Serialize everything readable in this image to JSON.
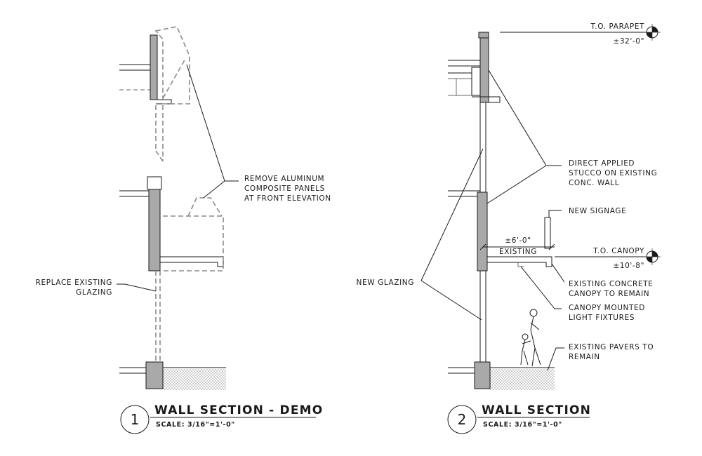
{
  "detail1": {
    "number": "1",
    "title": "WALL SECTION - DEMO",
    "scale": "SCALE: 3/16\"=1'-0\"",
    "notes": {
      "remove_panels": [
        "REMOVE ALUMINUM",
        "COMPOSITE PANELS",
        "AT FRONT ELEVATION"
      ],
      "replace_glazing": [
        "REPLACE EXISTING",
        "GLAZING"
      ]
    }
  },
  "detail2": {
    "number": "2",
    "title": "WALL SECTION",
    "scale": "SCALE: 3/16\"=1'-0\"",
    "elevations": {
      "parapet": {
        "name": "T.O. PARAPET",
        "value": "±32'-0\""
      },
      "canopy": {
        "name": "T.O. CANOPY",
        "value": "±10'-8\""
      }
    },
    "dimension": {
      "value": "±6'-0\"",
      "label": "EXISTING"
    },
    "notes": {
      "stucco": [
        "DIRECT APPLIED",
        "STUCCO ON EXISTING",
        "CONC. WALL"
      ],
      "signage": [
        "NEW SIGNAGE"
      ],
      "canopy_remain": [
        "EXISTING CONCRETE",
        "CANOPY TO REMAIN"
      ],
      "light_fixtures": [
        "CANOPY MOUNTED",
        "LIGHT FIXTURES"
      ],
      "pavers": [
        "EXISTING PAVERS TO",
        "REMAIN"
      ],
      "glazing": [
        "NEW GLAZING"
      ]
    }
  },
  "colors": {
    "line": "#1a1a1a",
    "concrete": "#a9a9a9",
    "demo_dashed": "#8a8a8a"
  }
}
